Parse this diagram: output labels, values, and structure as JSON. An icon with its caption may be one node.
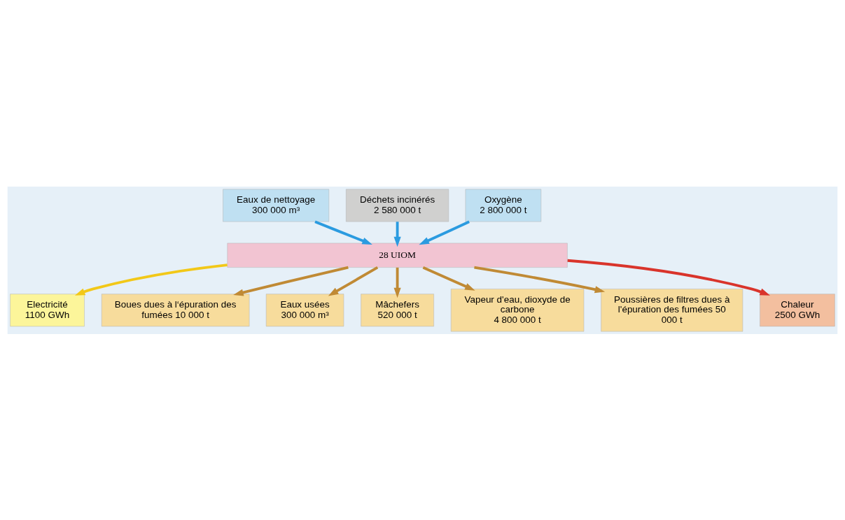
{
  "diagram": {
    "nodes": [
      {
        "text": [
          "Eaux de nettoyage",
          "300 000 m³"
        ]
      },
      {
        "text": [
          "Déchets incinérés",
          "2 580 000 t"
        ]
      },
      {
        "text": [
          "Oxygène",
          "2 800 000 t"
        ]
      },
      {
        "text": [
          "28 UIOM"
        ]
      },
      {
        "text": [
          "Electricité",
          "1100 GWh"
        ]
      },
      {
        "text": [
          "Boues dues à l‘épuration des fumées 10 000 t"
        ]
      },
      {
        "text": [
          "Eaux usées",
          "300 000 m³"
        ]
      },
      {
        "text": [
          "Mâchefers",
          "520 000 t"
        ]
      },
      {
        "text": [
          "Vapeur d'eau, dioxyde de carbone",
          "4 800 000 t"
        ]
      },
      {
        "text": [
          "Poussières de filtres dues à l'épuration des fumées 50 000 t"
        ]
      },
      {
        "text": [
          "Chaleur",
          "2500 GWh"
        ]
      }
    ],
    "edges": [
      {
        "from": 0,
        "to": 3,
        "arrow": "to",
        "color": "#2b9be0"
      },
      {
        "from": 1,
        "to": 3,
        "arrow": "to",
        "color": "#2b9be0"
      },
      {
        "from": 2,
        "to": 3,
        "arrow": "to",
        "color": "#2b9be0"
      },
      {
        "from": 3,
        "to": 4,
        "arrow": "to",
        "color": "#f2c818"
      },
      {
        "from": 3,
        "to": 5,
        "arrow": "to"
      },
      {
        "from": 3,
        "to": 6,
        "arrow": "to"
      },
      {
        "from": 3,
        "to": 7,
        "arrow": "to"
      },
      {
        "from": 3,
        "to": 8,
        "arrow": "to"
      },
      {
        "from": 3,
        "to": 9,
        "arrow": "to"
      },
      {
        "from": 3,
        "to": 10,
        "arrow": "to",
        "color": "#d9342b"
      }
    ]
  }
}
